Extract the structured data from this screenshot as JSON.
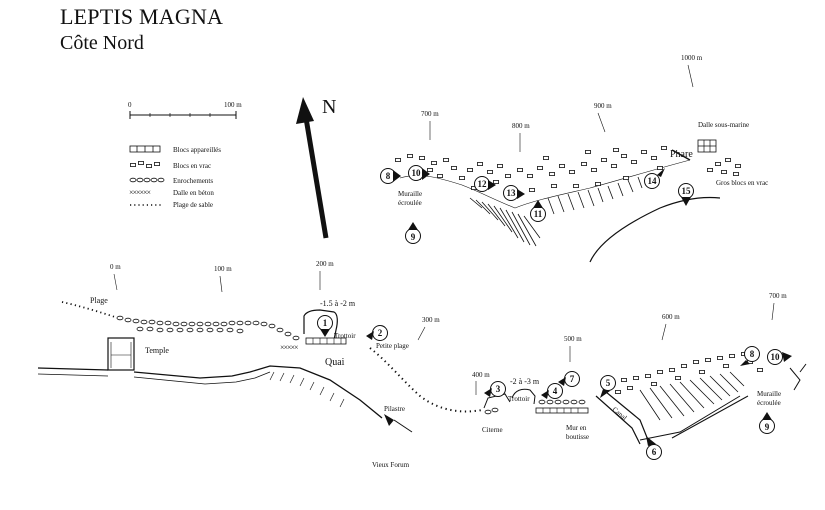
{
  "title": "LEPTIS MAGNA",
  "subtitle": "Côte Nord",
  "north": "N",
  "scale": {
    "start": "0",
    "end": "100 m"
  },
  "legend": [
    {
      "label": "Blocs appareillés",
      "icon": "cut-blocks-icon"
    },
    {
      "label": "Blocs en vrac",
      "icon": "loose-blocks-icon"
    },
    {
      "label": "Enrochements",
      "icon": "riprap-icon"
    },
    {
      "label": "Dalle en béton",
      "icon": "concrete-slab-icon"
    },
    {
      "label": "Plage de sable",
      "icon": "sand-beach-icon"
    }
  ],
  "north_section": {
    "distances": [
      "700 m",
      "800 m",
      "900 m",
      "1000 m"
    ],
    "labels": {
      "muraille_1": "Muraille",
      "muraille_2": "écroulée",
      "phare": "Phare",
      "dalle": "Dalle sous-marine",
      "gros_blocs": "Gros blocs en vrac"
    },
    "markers": [
      "8",
      "9",
      "10",
      "11",
      "12",
      "13",
      "14",
      "15"
    ]
  },
  "south_section": {
    "distances": [
      "0 m",
      "100 m",
      "200 m",
      "300 m",
      "400 m",
      "500 m",
      "600 m",
      "700 m"
    ],
    "labels": {
      "plage": "Plage",
      "temple": "Temple",
      "depth_1": "-1.5 à -2 m",
      "trottoir_1": "Trottoir",
      "quai": "Quai",
      "petite_plage": "Petite plage",
      "pilastre": "Pilastre",
      "vieux_forum": "Vieux Forum",
      "citerne": "Citerne",
      "depth_2": "-2 à -3 m",
      "trottoir_2": "Trottoir",
      "mur_1": "Mur en",
      "mur_2": "boutisse",
      "canal": "Canal",
      "muraille_1": "Muraille",
      "muraille_2": "écroulée"
    },
    "markers": [
      "1",
      "2",
      "3",
      "4",
      "5",
      "6",
      "7",
      "8",
      "9",
      "10"
    ]
  },
  "colors": {
    "ink": "#111111",
    "background": "#ffffff"
  }
}
